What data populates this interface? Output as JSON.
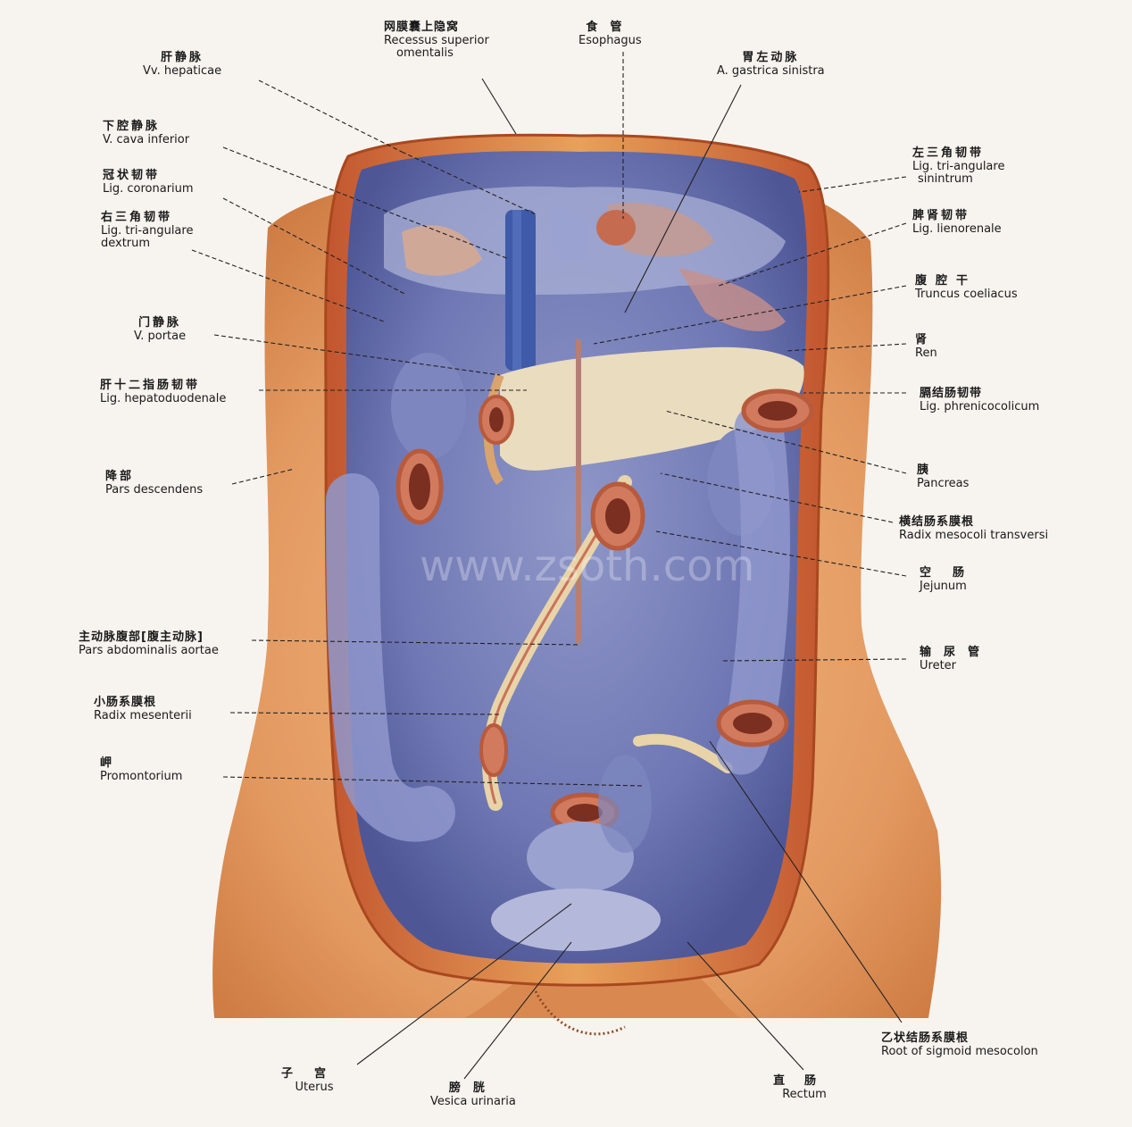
{
  "diagram": {
    "watermark": "www.zsoth.com",
    "labels": [
      {
        "id": "vv-hepaticae",
        "zh": "肝静脉",
        "la": "Vv. hepaticae"
      },
      {
        "id": "v-cava-inferior",
        "zh": "下腔静脉",
        "la": "V. cava inferior"
      },
      {
        "id": "lig-coronarium",
        "zh": "冠状韧带",
        "la": "Lig. coronarium"
      },
      {
        "id": "lig-triangulare-dextrum",
        "zh": "右三角韧带",
        "la": "Lig. tri-angulare",
        "la2": "dextrum"
      },
      {
        "id": "v-portae",
        "zh": "门静脉",
        "la": "V. portae"
      },
      {
        "id": "lig-hepatoduodenale",
        "zh": "肝十二指肠韧带",
        "la": "Lig. hepatoduodenale"
      },
      {
        "id": "pars-descendens",
        "zh": "降部",
        "la": "Pars descendens"
      },
      {
        "id": "pars-abdominalis-aortae",
        "zh": "主动脉腹部[腹主动脉]",
        "la": "Pars abdominalis aortae"
      },
      {
        "id": "radix-mesenterii",
        "zh": "小肠系膜根",
        "la": "Radix mesenterii"
      },
      {
        "id": "promontorium",
        "zh": "岬",
        "la": "Promontorium"
      },
      {
        "id": "recessus-superior",
        "zh": "网膜囊上隐窝",
        "la": "Recessus superior",
        "la2": "omentalis"
      },
      {
        "id": "esophagus",
        "zh": "食管",
        "la": "Esophagus"
      },
      {
        "id": "a-gastrica-sinistra",
        "zh": "胃左动脉",
        "la": "A. gastrica sinistra"
      },
      {
        "id": "lig-triangulare-sinistrum",
        "zh": "左三角韧带",
        "la": "Lig. tri-angulare",
        "la2": "sinintrum"
      },
      {
        "id": "lig-lienorenale",
        "zh": "脾肾韧带",
        "la": "Lig. lienorenale"
      },
      {
        "id": "truncus-coeliacus",
        "zh": "腹腔干",
        "la": "Truncus coeliacus"
      },
      {
        "id": "ren",
        "zh": "肾",
        "la": "Ren"
      },
      {
        "id": "lig-phrenicocolicum",
        "zh": "膈结肠韧带",
        "la": "Lig. phrenicocolicum"
      },
      {
        "id": "pancreas",
        "zh": "胰",
        "la": "Pancreas"
      },
      {
        "id": "radix-mesocoli-transversi",
        "zh": "横结肠系膜根",
        "la": "Radix mesocoli transversi"
      },
      {
        "id": "jejunum",
        "zh": "空肠",
        "la": "Jejunum"
      },
      {
        "id": "ureter",
        "zh": "输尿管",
        "la": "Ureter"
      },
      {
        "id": "root-sigmoid-mesocolon",
        "zh": "乙状结肠系膜根",
        "la": "Root of sigmoid mesocolon"
      },
      {
        "id": "uterus",
        "zh": "子宫",
        "la": "Uterus"
      },
      {
        "id": "vesica-urinaria",
        "zh": "膀胱",
        "la": "Vesica urinaria"
      },
      {
        "id": "rectum",
        "zh": "直肠",
        "la": "Rectum"
      }
    ]
  }
}
